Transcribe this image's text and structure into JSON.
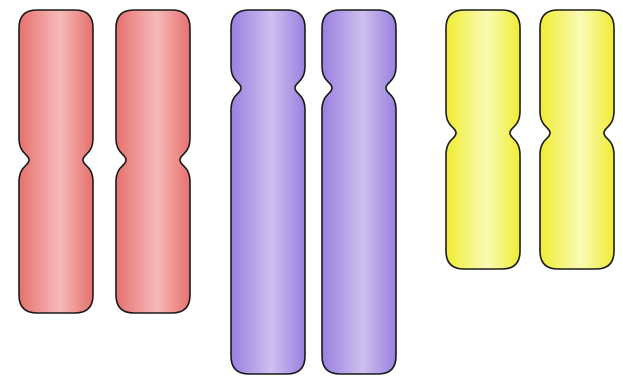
{
  "diagram": {
    "description_visible_text": "",
    "pairs": [
      {
        "id": "pair-red",
        "count": 2,
        "colors": {
          "edge": "#e6716e",
          "center": "#f6baba",
          "outline": "#1a1a1a"
        }
      },
      {
        "id": "pair-purple",
        "count": 2,
        "colors": {
          "edge": "#9a7fe0",
          "center": "#cdc0ef",
          "outline": "#1a1a1a"
        }
      },
      {
        "id": "pair-yellow",
        "count": 2,
        "colors": {
          "edge": "#f0ec34",
          "center": "#fafbb5",
          "outline": "#1a1a1a"
        }
      }
    ]
  }
}
